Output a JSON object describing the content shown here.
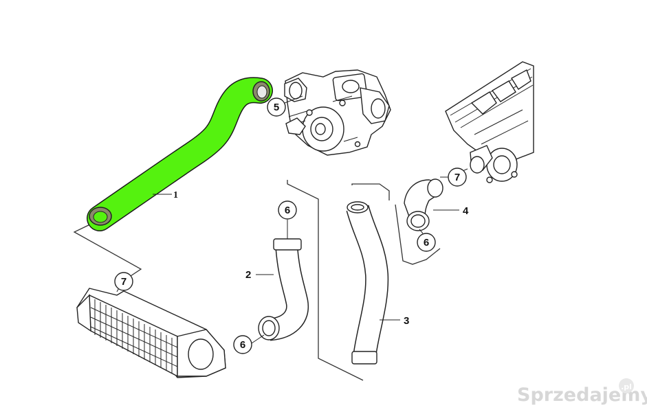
{
  "diagram": {
    "highlight_color": "#55f20f",
    "parts": [
      {
        "id": "hose-1",
        "label": "1",
        "highlighted": true
      },
      {
        "id": "pipe-2",
        "label": "2"
      },
      {
        "id": "pipe-3",
        "label": "3"
      },
      {
        "id": "elbow-4",
        "label": "4"
      },
      {
        "id": "turbo",
        "label": "5"
      }
    ],
    "callouts": {
      "c5": "5",
      "c6_top": "6",
      "c6_bottom": "6",
      "c6_right": "6",
      "c7_top": "7",
      "c7_left": "7"
    }
  },
  "watermark": {
    "text": "Sprzedajemy",
    "badge": ".pl"
  }
}
